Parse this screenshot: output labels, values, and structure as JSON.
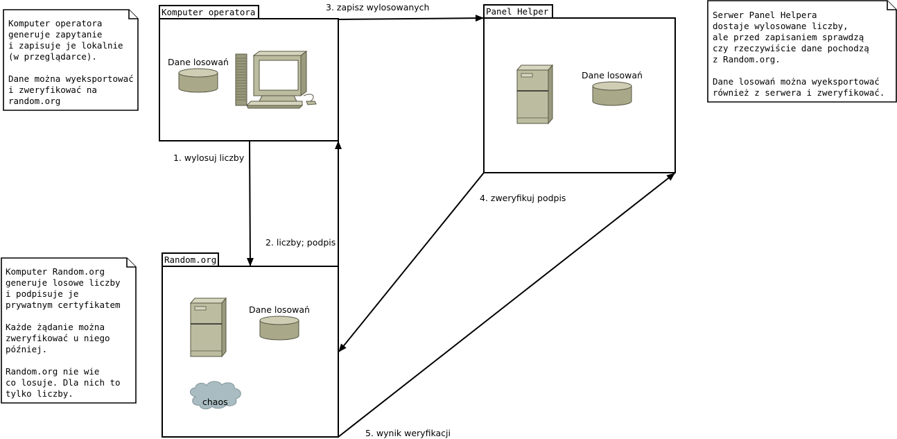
{
  "boxes": {
    "operator": {
      "title": "Komputer operatora",
      "db_label": "Dane losowań"
    },
    "panel": {
      "title": "Panel Helper",
      "db_label": "Dane losowań"
    },
    "random": {
      "title": "Random.org",
      "db_label": "Dane losowań",
      "cloud_label": "chaos"
    }
  },
  "arrows": {
    "a1": "1. wylosuj liczby",
    "a2": "2. liczby; podpis",
    "a3": "3. zapisz wylosowanych",
    "a4": "4. zweryfikuj podpis",
    "a5": "5. wynik weryfikacji"
  },
  "notes": {
    "operator": [
      "Komputer operatora",
      "generuje zapytanie",
      "i zapisuje je lokalnie",
      "(w przeglądarce).",
      "",
      "Dane można wyeksportować",
      "i zweryfikować na",
      "random.org"
    ],
    "panel": [
      "Serwer Panel Helpera",
      "dostaje wylosowane liczby,",
      "ale przed zapisaniem sprawdzą",
      "czy rzeczywiście dane pochodzą",
      "z Random.org.",
      "",
      "Dane losowań można wyeksportować",
      "również z serwera i zweryfikować."
    ],
    "random": [
      "Komputer Random.org",
      "generuje losowe liczby",
      "i podpisuje je",
      "prywatnym certyfikatem",
      "",
      "Każde żądanie można",
      "zweryfikować u niego",
      "później.",
      "",
      "Random.org nie wie",
      "co losuje. Dla nich to",
      "tylko liczby."
    ]
  },
  "icons": [
    "workstation-icon",
    "server-icon",
    "database-icon",
    "cloud-icon"
  ]
}
